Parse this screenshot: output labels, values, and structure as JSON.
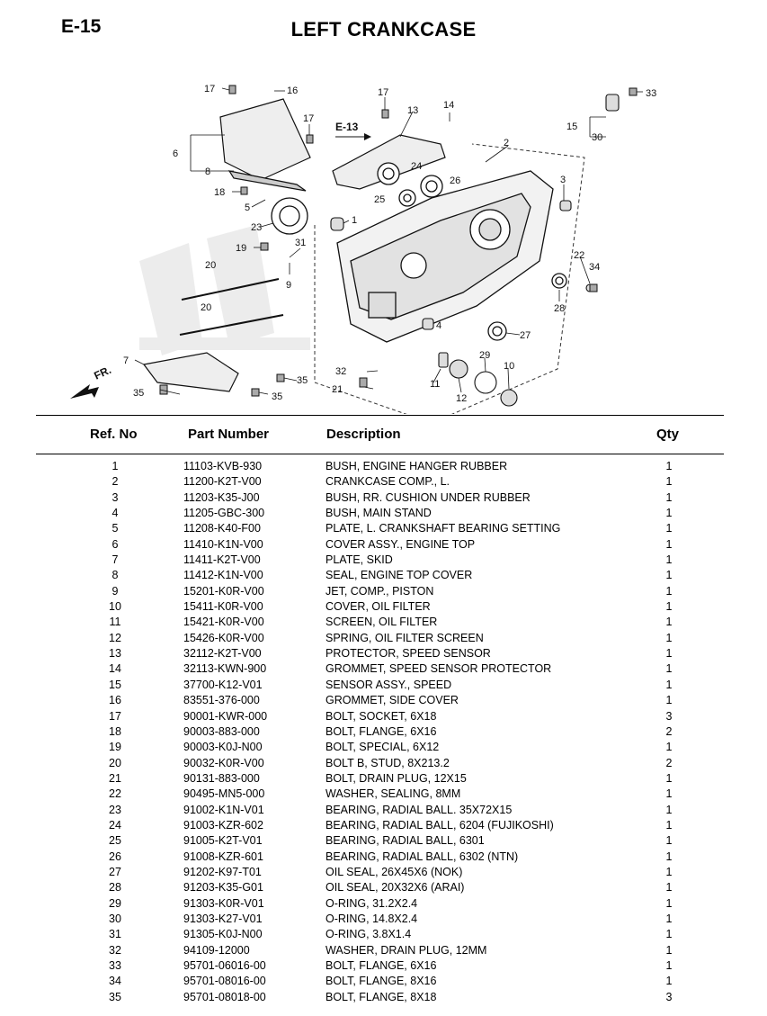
{
  "header": {
    "page_code": "E-15",
    "title": "LEFT CRANKCASE"
  },
  "diagram": {
    "callouts": [
      "1",
      "2",
      "3",
      "4",
      "5",
      "6",
      "7",
      "8",
      "9",
      "10",
      "11",
      "12",
      "13",
      "14",
      "15",
      "16",
      "17",
      "17",
      "17",
      "18",
      "19",
      "20",
      "20",
      "21",
      "22",
      "23",
      "24",
      "25",
      "26",
      "27",
      "28",
      "29",
      "30",
      "31",
      "32",
      "33",
      "34",
      "35",
      "35",
      "35"
    ],
    "ref_label": "E-13",
    "direction_label": "FR."
  },
  "table": {
    "headers": {
      "ref": "Ref. No",
      "part": "Part Number",
      "desc": "Description",
      "qty": "Qty"
    },
    "rows": [
      {
        "ref": "1",
        "part": "11103-KVB-930",
        "desc": "BUSH, ENGINE HANGER RUBBER",
        "qty": "1"
      },
      {
        "ref": "2",
        "part": "11200-K2T-V00",
        "desc": "CRANKCASE COMP., L.",
        "qty": "1"
      },
      {
        "ref": "3",
        "part": "11203-K35-J00",
        "desc": "BUSH, RR. CUSHION UNDER RUBBER",
        "qty": "1"
      },
      {
        "ref": "4",
        "part": "11205-GBC-300",
        "desc": "BUSH, MAIN STAND",
        "qty": "1"
      },
      {
        "ref": "5",
        "part": "11208-K40-F00",
        "desc": "PLATE, L. CRANKSHAFT BEARING SETTING",
        "qty": "1"
      },
      {
        "ref": "6",
        "part": "11410-K1N-V00",
        "desc": "COVER ASSY., ENGINE TOP",
        "qty": "1"
      },
      {
        "ref": "7",
        "part": "11411-K2T-V00",
        "desc": "PLATE, SKID",
        "qty": "1"
      },
      {
        "ref": "8",
        "part": "11412-K1N-V00",
        "desc": "SEAL, ENGINE TOP COVER",
        "qty": "1"
      },
      {
        "ref": "9",
        "part": "15201-K0R-V00",
        "desc": "JET, COMP., PISTON",
        "qty": "1"
      },
      {
        "ref": "10",
        "part": "15411-K0R-V00",
        "desc": "COVER, OIL FILTER",
        "qty": "1"
      },
      {
        "ref": "11",
        "part": "15421-K0R-V00",
        "desc": "SCREEN, OIL FILTER",
        "qty": "1"
      },
      {
        "ref": "12",
        "part": "15426-K0R-V00",
        "desc": "SPRING, OIL FILTER SCREEN",
        "qty": "1"
      },
      {
        "ref": "13",
        "part": "32112-K2T-V00",
        "desc": "PROTECTOR, SPEED SENSOR",
        "qty": "1"
      },
      {
        "ref": "14",
        "part": "32113-KWN-900",
        "desc": "GROMMET, SPEED SENSOR PROTECTOR",
        "qty": "1"
      },
      {
        "ref": "15",
        "part": "37700-K12-V01",
        "desc": "SENSOR ASSY., SPEED",
        "qty": "1"
      },
      {
        "ref": "16",
        "part": "83551-376-000",
        "desc": "GROMMET, SIDE COVER",
        "qty": "1"
      },
      {
        "ref": "17",
        "part": "90001-KWR-000",
        "desc": "BOLT, SOCKET, 6X18",
        "qty": "3"
      },
      {
        "ref": "18",
        "part": "90003-883-000",
        "desc": "BOLT, FLANGE, 6X16",
        "qty": "2"
      },
      {
        "ref": "19",
        "part": "90003-K0J-N00",
        "desc": "BOLT, SPECIAL, 6X12",
        "qty": "1"
      },
      {
        "ref": "20",
        "part": "90032-K0R-V00",
        "desc": "BOLT B, STUD, 8X213.2",
        "qty": "2"
      },
      {
        "ref": "21",
        "part": "90131-883-000",
        "desc": "BOLT, DRAIN PLUG, 12X15",
        "qty": "1"
      },
      {
        "ref": "22",
        "part": "90495-MN5-000",
        "desc": "WASHER, SEALING, 8MM",
        "qty": "1"
      },
      {
        "ref": "23",
        "part": "91002-K1N-V01",
        "desc": "BEARING, RADIAL BALL. 35X72X15",
        "qty": "1"
      },
      {
        "ref": "24",
        "part": "91003-KZR-602",
        "desc": "BEARING, RADIAL BALL, 6204 (FUJIKOSHI)",
        "qty": "1"
      },
      {
        "ref": "25",
        "part": "91005-K2T-V01",
        "desc": "BEARING, RADIAL BALL, 6301",
        "qty": "1"
      },
      {
        "ref": "26",
        "part": "91008-KZR-601",
        "desc": "BEARING, RADIAL BALL, 6302 (NTN)",
        "qty": "1"
      },
      {
        "ref": "27",
        "part": "91202-K97-T01",
        "desc": "OIL SEAL, 26X45X6 (NOK)",
        "qty": "1"
      },
      {
        "ref": "28",
        "part": "91203-K35-G01",
        "desc": "OIL SEAL, 20X32X6 (ARAI)",
        "qty": "1"
      },
      {
        "ref": "29",
        "part": "91303-K0R-V01",
        "desc": "O-RING, 31.2X2.4",
        "qty": "1"
      },
      {
        "ref": "30",
        "part": "91303-K27-V01",
        "desc": "O-RING, 14.8X2.4",
        "qty": "1"
      },
      {
        "ref": "31",
        "part": "91305-K0J-N00",
        "desc": "O-RING, 3.8X1.4",
        "qty": "1"
      },
      {
        "ref": "32",
        "part": "94109-12000",
        "desc": "WASHER, DRAIN PLUG, 12MM",
        "qty": "1"
      },
      {
        "ref": "33",
        "part": "95701-06016-00",
        "desc": "BOLT, FLANGE, 6X16",
        "qty": "1"
      },
      {
        "ref": "34",
        "part": "95701-08016-00",
        "desc": "BOLT, FLANGE, 8X16",
        "qty": "1"
      },
      {
        "ref": "35",
        "part": "95701-08018-00",
        "desc": "BOLT, FLANGE, 8X18",
        "qty": "3"
      }
    ]
  }
}
